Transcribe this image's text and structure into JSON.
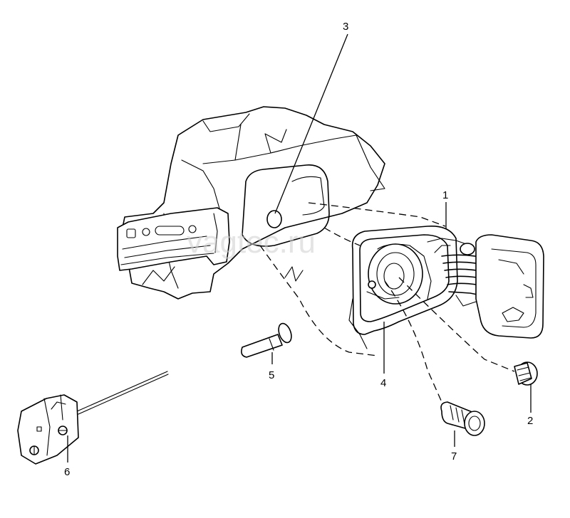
{
  "watermark": "vagtec.ru",
  "callouts": {
    "c1": "1",
    "c2": "2",
    "c3": "3",
    "c4": "4",
    "c5": "5",
    "c6": "6",
    "c7": "7"
  }
}
